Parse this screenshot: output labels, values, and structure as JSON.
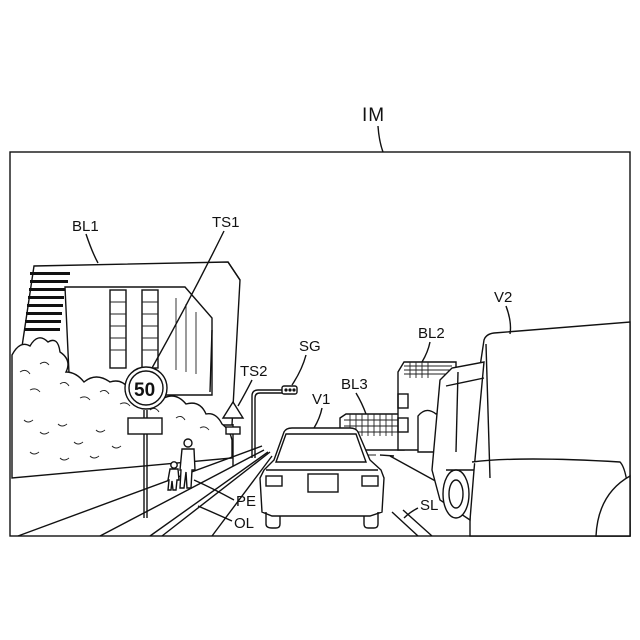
{
  "figure_label": "IM",
  "labels": {
    "bl1": "BL1",
    "ts1": "TS1",
    "ts2": "TS2",
    "sg": "SG",
    "v1": "V1",
    "bl3": "BL3",
    "bl2": "BL2",
    "v2": "V2",
    "pe": "PE",
    "ol": "OL",
    "sl": "SL"
  },
  "speed_sign_value": "50"
}
